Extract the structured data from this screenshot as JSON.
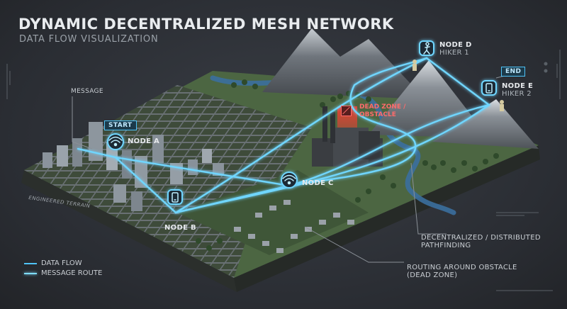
{
  "header": {
    "title": "DYNAMIC DECENTRALIZED MESH NETWORK",
    "subtitle": "DATA FLOW VISUALIZATION"
  },
  "labels": {
    "message": "MESSAGE",
    "start": "START",
    "end": "END",
    "terrain": "ENGINEERED TERRAIN"
  },
  "nodes": {
    "a": {
      "name": "NODE A",
      "icon": "wifi-icon"
    },
    "b": {
      "name": "NODE B",
      "icon": "phone-icon"
    },
    "c": {
      "name": "NODE C",
      "icon": "wifi-icon"
    },
    "d": {
      "name": "NODE D",
      "role": "HIKER 1",
      "icon": "hiker-icon"
    },
    "e": {
      "name": "NODE E",
      "role": "HIKER 2",
      "icon": "phone-icon"
    }
  },
  "obstacle": {
    "line1": "DEAD ZONE /",
    "line2": "OBSTACLE"
  },
  "annotations": {
    "decentralized_line1": "DECENTRALIZED / DISTRIBUTED",
    "decentralized_line2": "PATHFINDING",
    "routing_line1": "ROUTING AROUND OBSTACLE",
    "routing_line2": "(DEAD ZONE)"
  },
  "legend": {
    "data_flow": "DATA FLOW",
    "message_route": "MESSAGE ROUTE"
  },
  "colors": {
    "link": "#4fc3f7",
    "link_glow": "#7fdcff",
    "dead_zone": "#e53935",
    "grass": "#4f6b45",
    "road": "#5b6066",
    "water": "#3b6f9e",
    "mountain": "#6b7077"
  }
}
